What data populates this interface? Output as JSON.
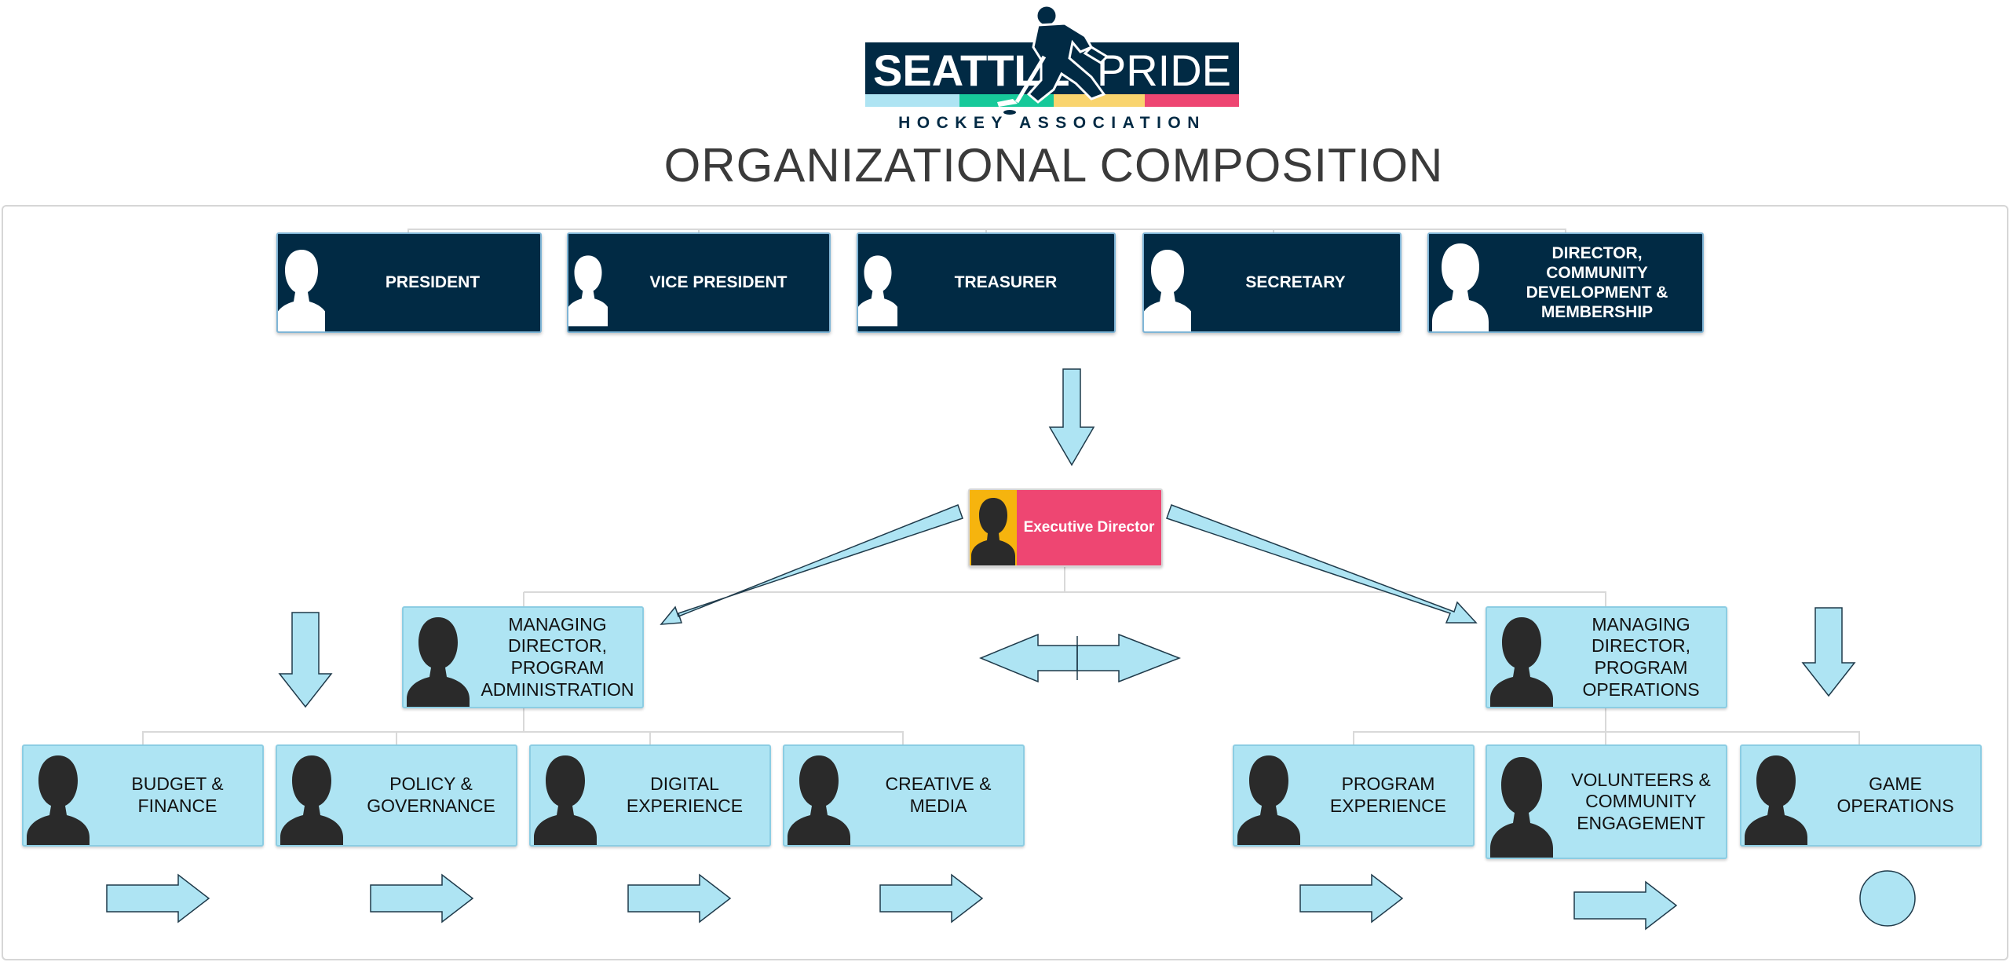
{
  "logo": {
    "word1": "SEATTLE",
    "word2": "PRIDE",
    "subtitle": "HOCKEY ASSOCIATION"
  },
  "title": "ORGANIZATIONAL COMPOSITION",
  "board": [
    {
      "label": "PRESIDENT"
    },
    {
      "label": "VICE PRESIDENT"
    },
    {
      "label": "TREASURER"
    },
    {
      "label": "SECRETARY"
    },
    {
      "label": "DIRECTOR, COMMUNITY DEVELOPMENT & MEMBERSHIP"
    }
  ],
  "executive": {
    "label": "Executive Director"
  },
  "managing_directors": [
    {
      "label": "MANAGING DIRECTOR, PROGRAM ADMINISTRATION"
    },
    {
      "label": "MANAGING DIRECTOR, PROGRAM OPERATIONS"
    }
  ],
  "teams_admin": [
    {
      "label": "BUDGET & FINANCE"
    },
    {
      "label": "POLICY & GOVERNANCE"
    },
    {
      "label": "DIGITAL EXPERIENCE"
    },
    {
      "label": "CREATIVE & MEDIA"
    }
  ],
  "teams_ops": [
    {
      "label": "PROGRAM EXPERIENCE"
    },
    {
      "label": "VOLUNTEERS & COMMUNITY ENGAGEMENT"
    },
    {
      "label": "GAME OPERATIONS"
    }
  ],
  "colors": {
    "navy": "#012a44",
    "light_blue": "#aee4f3",
    "pink": "#ee4672",
    "yellow": "#f6b40e",
    "logo_stripes": [
      "#aee4f3",
      "#16c99a",
      "#f9d46e",
      "#ee4672"
    ],
    "arrow_fill": "#aee4f3",
    "arrow_stroke": "#1f3a4a"
  }
}
